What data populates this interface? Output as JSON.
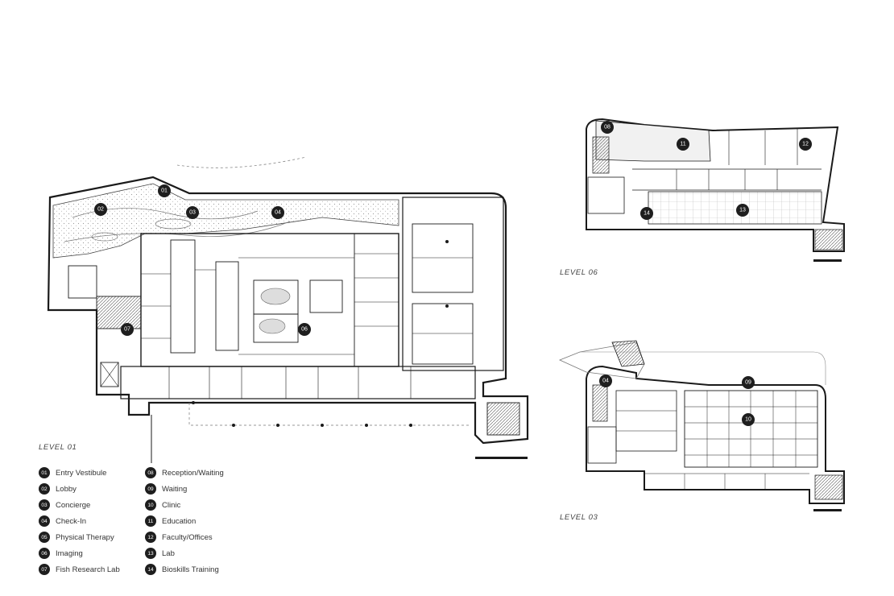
{
  "levels": {
    "l01": "LEVEL 01",
    "l06": "LEVEL 06",
    "l03": "LEVEL 03"
  },
  "legend": [
    {
      "num": "01",
      "label": "Entry Vestibule"
    },
    {
      "num": "02",
      "label": "Lobby"
    },
    {
      "num": "03",
      "label": "Concierge"
    },
    {
      "num": "04",
      "label": "Check-In"
    },
    {
      "num": "05",
      "label": "Physical Therapy"
    },
    {
      "num": "06",
      "label": "Imaging"
    },
    {
      "num": "07",
      "label": "Fish Research Lab"
    },
    {
      "num": "08",
      "label": "Reception/Waiting"
    },
    {
      "num": "09",
      "label": "Waiting"
    },
    {
      "num": "10",
      "label": "Clinic"
    },
    {
      "num": "11",
      "label": "Education"
    },
    {
      "num": "12",
      "label": "Faculty/Offices"
    },
    {
      "num": "13",
      "label": "Lab"
    },
    {
      "num": "14",
      "label": "Bioskills Training"
    }
  ],
  "markers": {
    "level01": [
      "01",
      "02",
      "03",
      "04",
      "06",
      "07"
    ],
    "level06": [
      "08",
      "11",
      "12",
      "13",
      "14"
    ],
    "level03": [
      "04",
      "09",
      "10"
    ]
  }
}
